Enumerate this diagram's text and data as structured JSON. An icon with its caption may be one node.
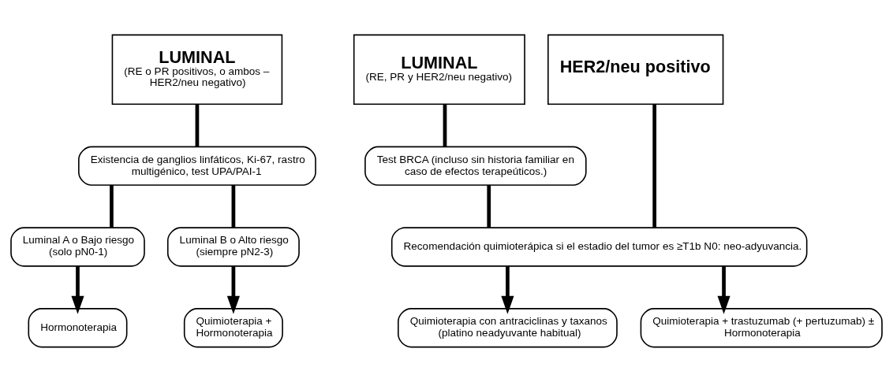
{
  "diagram": {
    "nodes": [
      {
        "text": [
          "LUMINAL",
          "(RE o PR positivos, o ambos – HER2/neu negativo)"
        ]
      },
      {
        "text": [
          "Existencia de ganglios linfáticos, Ki-67, rastro multigénico, test UPA/PAI-1"
        ]
      },
      {
        "text": [
          "Luminal A o Bajo riesgo (solo pN0-1)"
        ]
      },
      {
        "text": [
          "Luminal B o Alto riesgo (siempre pN2-3)"
        ]
      },
      {
        "text": [
          "Hormonoterapia"
        ]
      },
      {
        "text": [
          "Quimioterapia + Hormonoterapia"
        ]
      },
      {
        "text": [
          "LUMINAL",
          "(RE, PR y HER2/neu negativo)"
        ]
      },
      {
        "text": [
          "HER2/neu positivo"
        ]
      },
      {
        "text": [
          "Test BRCA (incluso sin historia familiar en caso de efectos terapeúticos.)"
        ]
      },
      {
        "text": [
          "Recomendación quimioterápica si el estadio del tumor es ≥T1b N0: neo-adyuvancia."
        ]
      },
      {
        "text": [
          "Quimioterapia con antraciclinas y taxanos (platino neadyuvante habitual)"
        ]
      },
      {
        "text": [
          "Quimioterapia + trastuzumab (+ pertuzumab) ± Hormonoterapia"
        ]
      }
    ],
    "edges": [
      {
        "from": 0,
        "to": 1,
        "arrow": "none"
      },
      {
        "from": 1,
        "to": 2,
        "arrow": "none"
      },
      {
        "from": 1,
        "to": 3,
        "arrow": "none"
      },
      {
        "from": 2,
        "to": 4,
        "arrow": "to"
      },
      {
        "from": 3,
        "to": 5,
        "arrow": "to"
      },
      {
        "from": 6,
        "to": 8,
        "arrow": "none"
      },
      {
        "from": 8,
        "to": 9,
        "arrow": "none"
      },
      {
        "from": 7,
        "to": 9,
        "arrow": "none"
      },
      {
        "from": 9,
        "to": 10,
        "arrow": "to"
      },
      {
        "from": 9,
        "to": 11,
        "arrow": "to"
      }
    ]
  }
}
